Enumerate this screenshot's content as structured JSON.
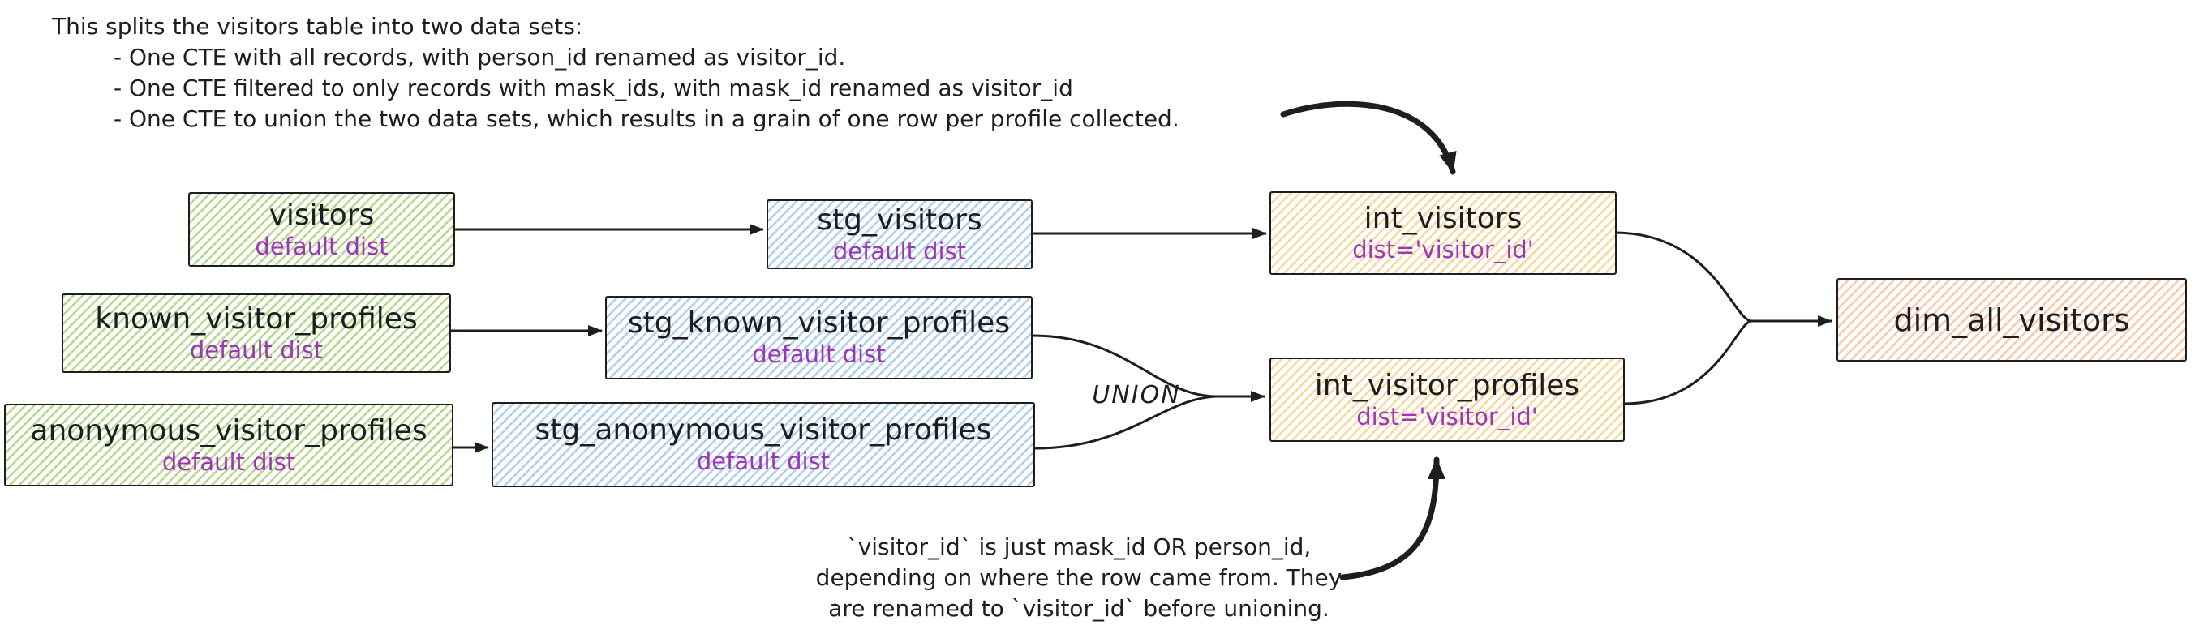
{
  "diagram": {
    "notes": {
      "top_lines": [
        "This splits the visitors table into two data sets:",
        "- One CTE with all records, with person_id renamed as visitor_id.",
        "- One CTE filtered to only records with mask_ids, with mask_id renamed as visitor_id",
        "- One CTE to union the two data sets, which results in a grain of one row per profile collected."
      ],
      "bottom_lines": [
        "`visitor_id` is just mask_id OR person_id,",
        "depending on where the row came from. They",
        "are renamed to `visitor_id` before unioning."
      ]
    },
    "union_label": "UNION",
    "nodes": [
      {
        "id": "visitors",
        "title": "visitors",
        "subtitle": "default dist",
        "color": "green"
      },
      {
        "id": "known_visitor_profiles",
        "title": "known_visitor_profiles",
        "subtitle": "default dist",
        "color": "green"
      },
      {
        "id": "anonymous_visitor_profiles",
        "title": "anonymous_visitor_profiles",
        "subtitle": "default dist",
        "color": "green"
      },
      {
        "id": "stg_visitors",
        "title": "stg_visitors",
        "subtitle": "default dist",
        "color": "blue"
      },
      {
        "id": "stg_known_visitor_profiles",
        "title": "stg_known_visitor_profiles",
        "subtitle": "default dist",
        "color": "blue"
      },
      {
        "id": "stg_anonymous_visitor_profiles",
        "title": "stg_anonymous_visitor_profiles",
        "subtitle": "default dist",
        "color": "blue"
      },
      {
        "id": "int_visitors",
        "title": "int_visitors",
        "subtitle": "dist='visitor_id'",
        "color": "yellow"
      },
      {
        "id": "int_visitor_profiles",
        "title": "int_visitor_profiles",
        "subtitle": "dist='visitor_id'",
        "color": "yellow"
      },
      {
        "id": "dim_all_visitors",
        "title": "dim_all_visitors",
        "subtitle": "",
        "color": "orange"
      }
    ],
    "edges": [
      {
        "from": "visitors",
        "to": "stg_visitors"
      },
      {
        "from": "stg_visitors",
        "to": "int_visitors"
      },
      {
        "from": "known_visitor_profiles",
        "to": "stg_known_visitor_profiles"
      },
      {
        "from": "anonymous_visitor_profiles",
        "to": "stg_anonymous_visitor_profiles"
      },
      {
        "from": "stg_known_visitor_profiles",
        "to": "int_visitor_profiles",
        "label": "UNION"
      },
      {
        "from": "stg_anonymous_visitor_profiles",
        "to": "int_visitor_profiles",
        "label": "UNION"
      },
      {
        "from": "int_visitors",
        "to": "dim_all_visitors"
      },
      {
        "from": "int_visitor_profiles",
        "to": "dim_all_visitors"
      },
      {
        "from": "top-note",
        "to": "int_visitors"
      },
      {
        "from": "bottom-note",
        "to": "int_visitor_profiles"
      }
    ],
    "colors": {
      "stroke": "#1e1e1e",
      "green_fill": "#86be3e",
      "blue_fill": "#5ea0de",
      "yellow_fill": "#f2b84b",
      "orange_fill": "#f89452",
      "purple_text": "#9c36b5"
    }
  }
}
